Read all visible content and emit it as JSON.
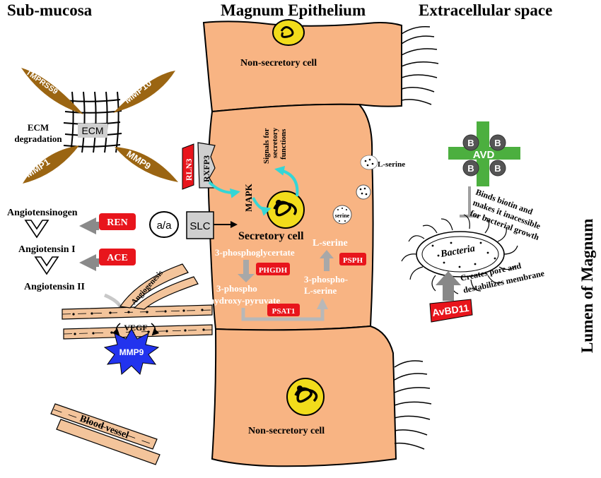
{
  "headers": {
    "submucosa": "Sub-mucosa",
    "epithelium": "Magnum Epithelium",
    "extracellular": "Extracellular space",
    "lumen": "Lumen of Magnum"
  },
  "ecm": {
    "center": "ECM",
    "caption_line1": "ECM",
    "caption_line2": "degradation",
    "enzymes": [
      "TMPRSS9",
      "MMP10",
      "MMP1",
      "MMP9"
    ]
  },
  "ras": {
    "angiotensinogen": "Angiotensinogen",
    "angiotensin1": "Angiotensin I",
    "angiotensin2": "Angiotensin II",
    "ren": "REN",
    "ace": "ACE"
  },
  "vessels": {
    "angiogenesis": "Angiogenesis",
    "vegf": "VEGF",
    "mmp9": "MMP9",
    "blood_vessel": "Blood vessel"
  },
  "transport": {
    "aa": "a/a",
    "slc": "SLC",
    "rln3": "RLN3",
    "rxfp3": "RXFP3",
    "mapk": "MAPK",
    "signals_line1": "Signals for",
    "signals_line2": "secretory",
    "signals_line3": "functions"
  },
  "cells": {
    "top": "Non-secretory cell",
    "secretory": "Secretory cell",
    "bottom": "Non-secretory cell"
  },
  "serine_pathway": {
    "phosphoglycerate": "3-phosphoglycertate",
    "hydroxy_line1": "3-phospho",
    "hydroxy_line2": "hydroxy-pyruvate",
    "phospho_serine_line1": "3-phospho-",
    "phospho_serine_line2": "L-serine",
    "lserine_inner": "L-serine",
    "serine_vesicle": "serine",
    "lserine_outer": "L-serine",
    "enzymes": {
      "phgdh": "PHGDH",
      "psat1": "PSAT1",
      "psph": "PSPH"
    }
  },
  "antimicrobial": {
    "avd": "AVD",
    "biotin": "B",
    "avd_text_line1": "Binds biotin and",
    "avd_text_line2": "makes it inacessible",
    "avd_text_line3": "for bacterial growth",
    "bacteria": "Bacteria",
    "avbd11": "AvBD11",
    "avbd_text_line1": "Creates pore and",
    "avbd_text_line2": "destabilizes membrane"
  },
  "colors": {
    "cell": "#f8b483",
    "nucleus": "#f2dc1b",
    "enzyme_red": "#e8151c",
    "enzyme_brown": "#9b6512",
    "avd_green": "#4caf3f",
    "cyan": "#34d6d6",
    "mmp9_blue": "#2233ee",
    "grey_arrow": "#9a9a9a"
  }
}
